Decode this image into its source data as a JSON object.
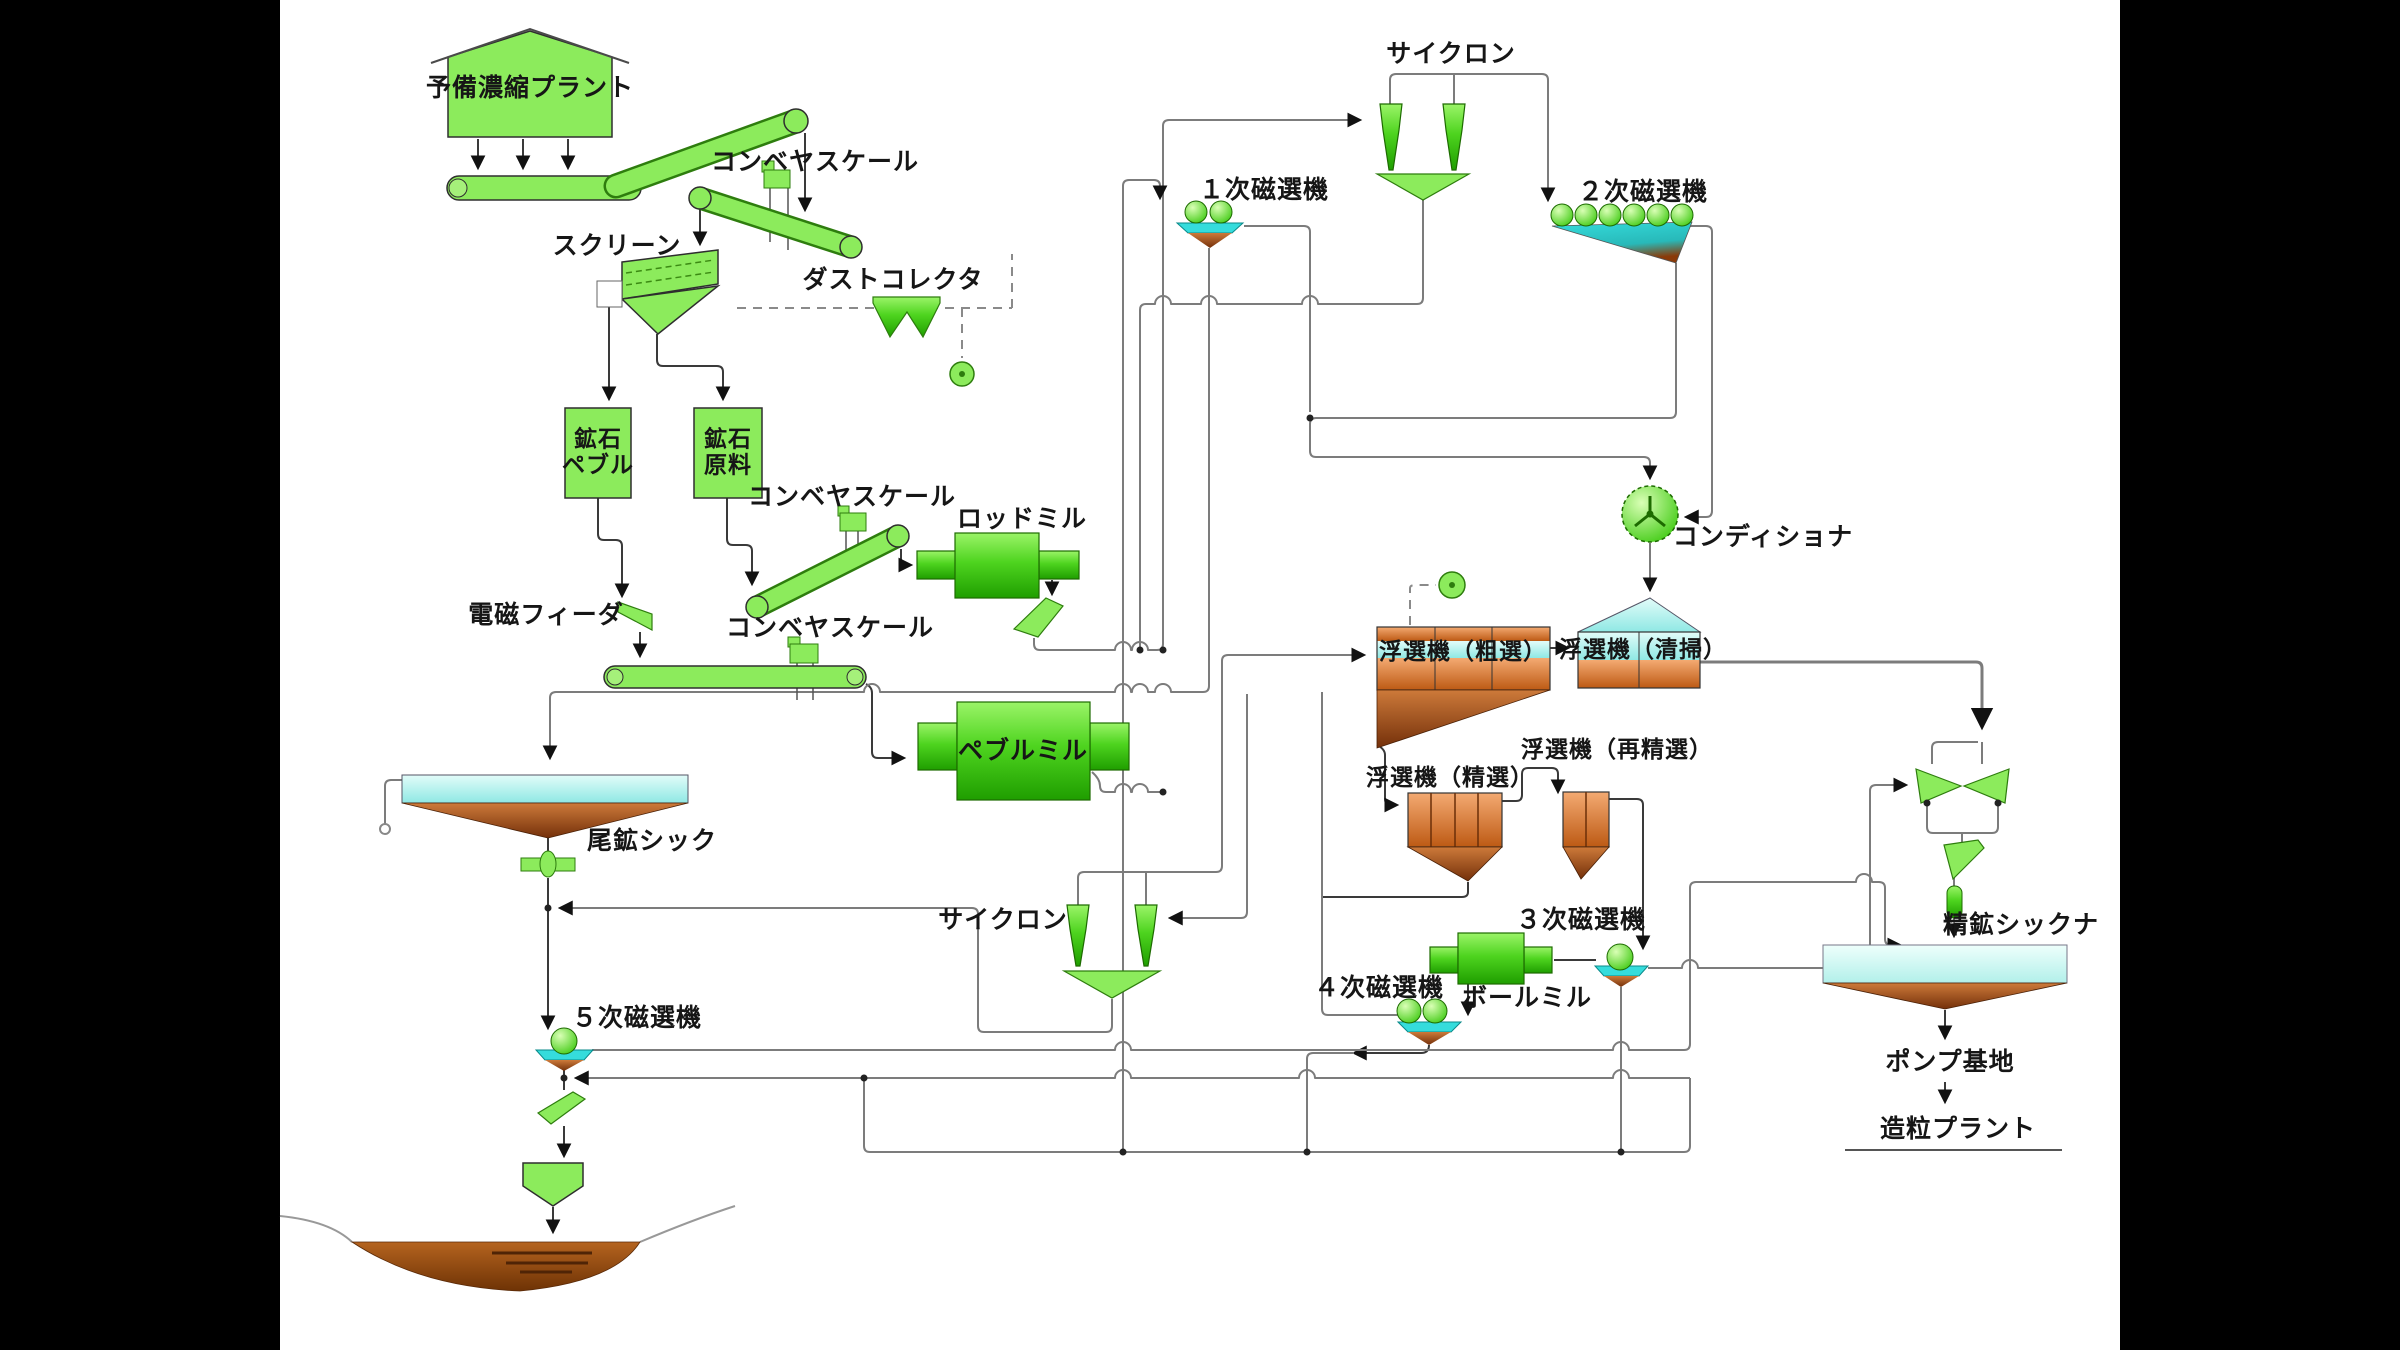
{
  "diagram": {
    "type": "process-flow-diagram",
    "subject": "iron-ore concentration plant flowsheet",
    "colors": {
      "letterbox": "#000000",
      "canvas": "#ffffff",
      "equipment_green": "#8ceb5c",
      "equipment_green_dark": "#1f9e00",
      "flotation_orange": "#e08040",
      "trough_cyan": "#35dcdc",
      "thickener_cyan": "#bff2ec",
      "slurry_brown": "#8a3a08",
      "line_gray": "#7c7c7c",
      "text": "#161616"
    },
    "labels": {
      "preconcentration_plant": "予備濃縮プラント",
      "conveyor_scale_1": "コンベヤスケール",
      "screen": "スクリーン",
      "dust_collector": "ダストコレクタ",
      "ore_pebble": "鉱石\nペブル",
      "ore_feed": "鉱石\n原料",
      "conveyor_scale_2": "コンベヤスケール",
      "rod_mill": "ロッドミル",
      "electromagnetic_feeder": "電磁フィーダ",
      "conveyor_scale_3": "コンベヤスケール",
      "pebble_mill": "ペブルミル",
      "tailings_thickener": "尾鉱シック",
      "cyclone_top": "サイクロン",
      "magnetic_separator_1": "１次磁選機",
      "magnetic_separator_2": "２次磁選機",
      "conditioner": "コンディショナ",
      "flotation_rougher": "浮選機（粗選）",
      "flotation_scavenger": "浮選機（清掃）",
      "flotation_cleaner": "浮選機（精選）",
      "flotation_recleaner": "浮選機（再精選）",
      "magnetic_separator_3": "３次磁選機",
      "magnetic_separator_4": "４次磁選機",
      "ball_mill": "ボールミル",
      "cyclone_bottom": "サイクロン",
      "magnetic_separator_5": "５次磁選機",
      "concentrate_thickener": "精鉱シックナ",
      "pump_station": "ポンプ基地",
      "granulation_plant": "造粒プラント"
    }
  }
}
